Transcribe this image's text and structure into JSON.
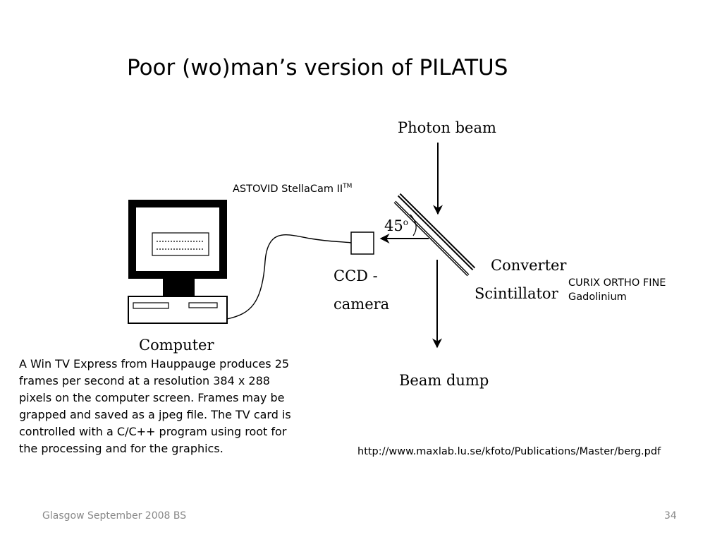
{
  "title": "Poor (wo)man’s version of PILATUS",
  "diagram": {
    "photon_beam": "Photon beam",
    "angle": "45",
    "angle_unit": "o",
    "converter": "Converter",
    "scintillator": "Scintillator",
    "ccd": "CCD -",
    "camera": "camera",
    "computer": "Computer",
    "beam_dump": "Beam dump"
  },
  "camera_model": {
    "text": "ASTOVID StellaCam II",
    "superscript": "TM"
  },
  "screen_type": {
    "line1": "CURIX ORTHO FINE",
    "line2": "Gadolinium"
  },
  "note": "A Win TV Express from Hauppauge produces 25 frames per second at a resolution 384 x 288 pixels on the computer screen. Frames may be grapped and saved as a jpeg file. The TV card is controlled with a C/C++ program using root for the processing and for the graphics.",
  "reference_url": "http://www.maxlab.lu.se/kfoto/Publications/Master/berg.pdf",
  "footer": {
    "left": "Glasgow September 2008 BS",
    "page": "34"
  }
}
